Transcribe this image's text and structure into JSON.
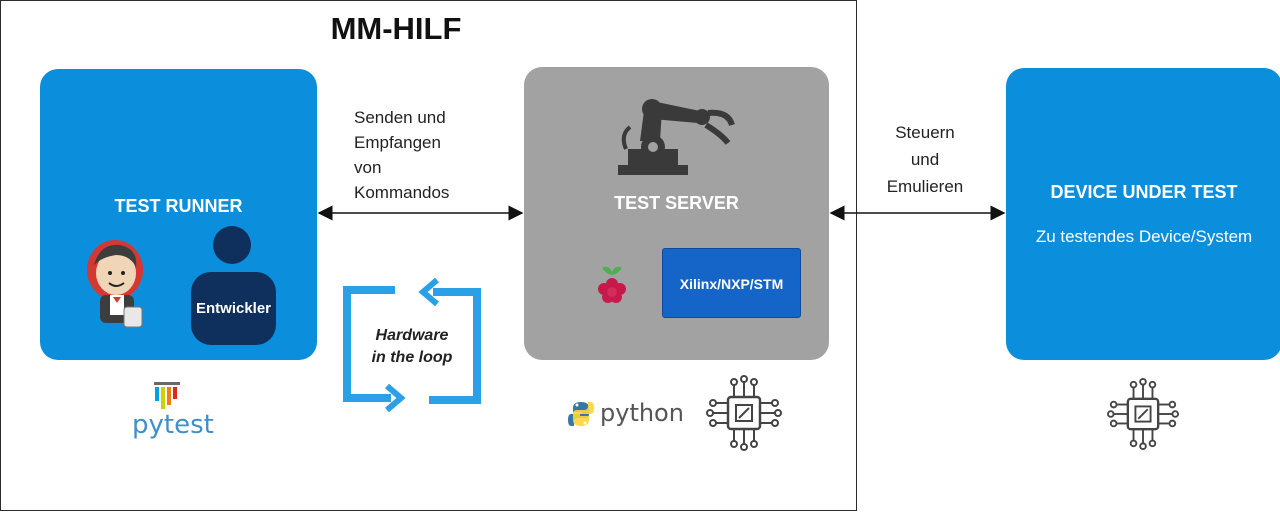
{
  "frame": {
    "title": "MM-HILF"
  },
  "runner": {
    "title": "TEST RUNNER",
    "developer_label": "Entwickler"
  },
  "server": {
    "title": "TEST SERVER",
    "chip_label": "Xilinx/NXP/STM"
  },
  "dut": {
    "title": "DEVICE UNDER TEST",
    "subtitle": "Zu testendes Device/System"
  },
  "connections": {
    "runner_server": [
      "Senden und",
      "Empfangen",
      "von",
      "Kommandos"
    ],
    "server_dut": [
      "Steuern",
      "und",
      "Emulieren"
    ]
  },
  "hil": {
    "line1": "Hardware",
    "line2": "in the loop"
  },
  "logos": {
    "pytest": [
      "py",
      "test"
    ],
    "python": "python"
  },
  "colors": {
    "blue_box": "#0b8fdc",
    "gray_box": "#a2a2a2",
    "navy": "#0f2f5c",
    "chip_blue": "#1565c8"
  }
}
